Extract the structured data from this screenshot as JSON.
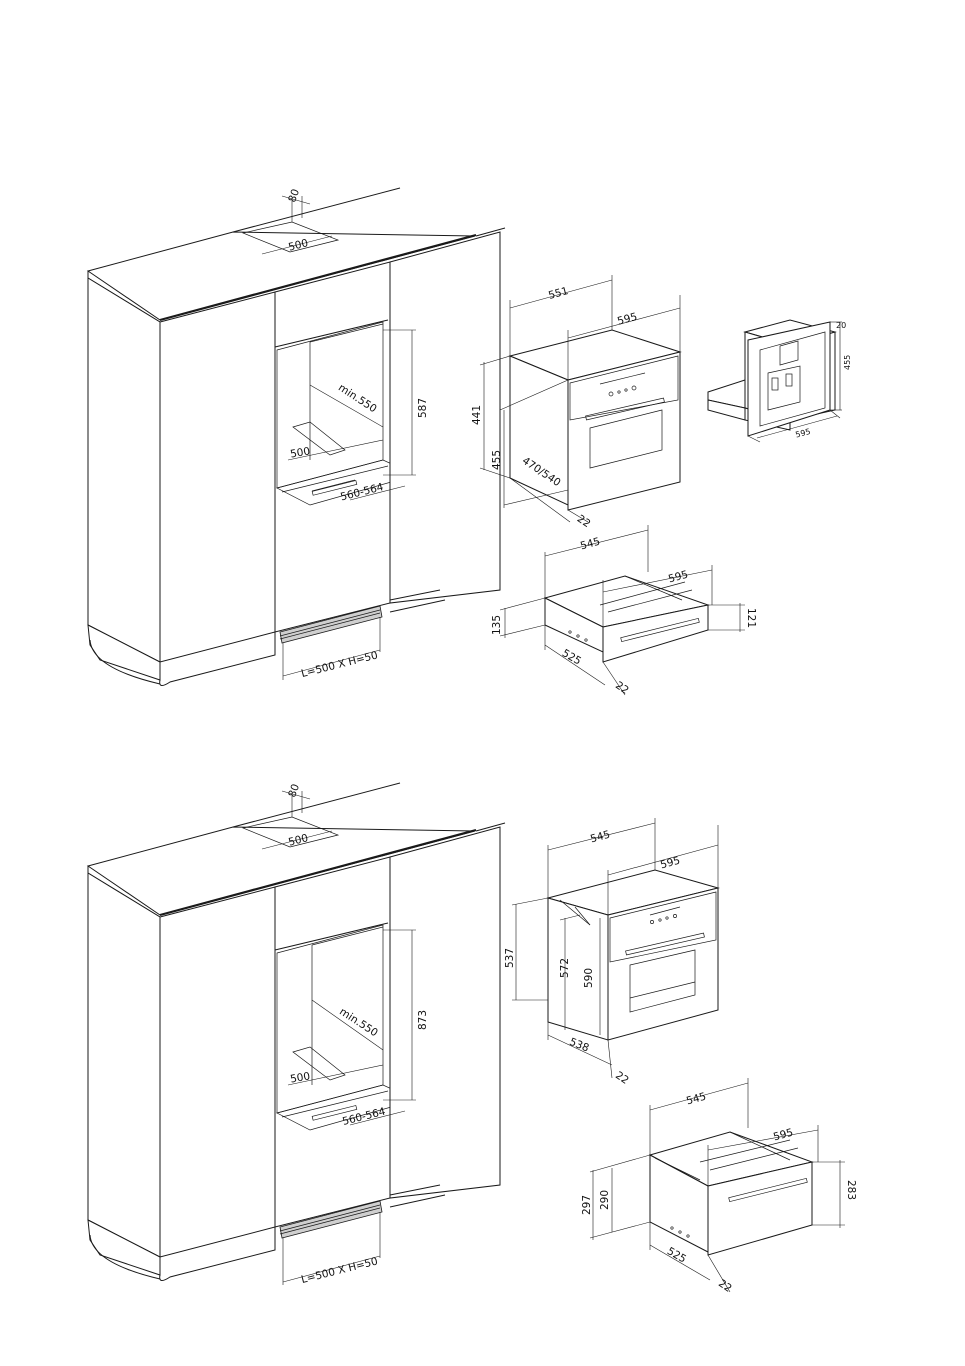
{
  "section_top": {
    "cabinet": {
      "vent_depth": "80",
      "top_opening": "500",
      "niche_depth": "min.550",
      "niche_height": "587",
      "base_depth": "500",
      "niche_width": "560-564",
      "plinth_vent": "L=500  X  H=50"
    },
    "oven": {
      "depth": "551",
      "width": "595",
      "body_height": "441",
      "front_height": "455",
      "depth_range": "470/540",
      "front_offset": "22"
    },
    "coffee": {
      "frame_depth": "20",
      "height": "455",
      "width": "595"
    },
    "drawer": {
      "depth": "545",
      "width": "595",
      "side_height": "135",
      "front_height": "121",
      "base_depth": "525",
      "front_offset": "22"
    }
  },
  "section_bottom": {
    "cabinet": {
      "vent_depth": "80",
      "top_opening": "500",
      "niche_depth": "min.550",
      "niche_height": "873",
      "base_depth": "500",
      "niche_width": "560-564",
      "plinth_vent": "L=500  X  H=50"
    },
    "oven": {
      "depth": "545",
      "width": "595",
      "side_height": "537",
      "inner_height": "572",
      "front_height": "590",
      "base_depth": "538",
      "front_offset": "22"
    },
    "drawer": {
      "depth": "545",
      "width": "595",
      "side_height": "297",
      "inner_height": "290",
      "front_height": "283",
      "base_depth": "525",
      "front_offset": "22"
    }
  }
}
